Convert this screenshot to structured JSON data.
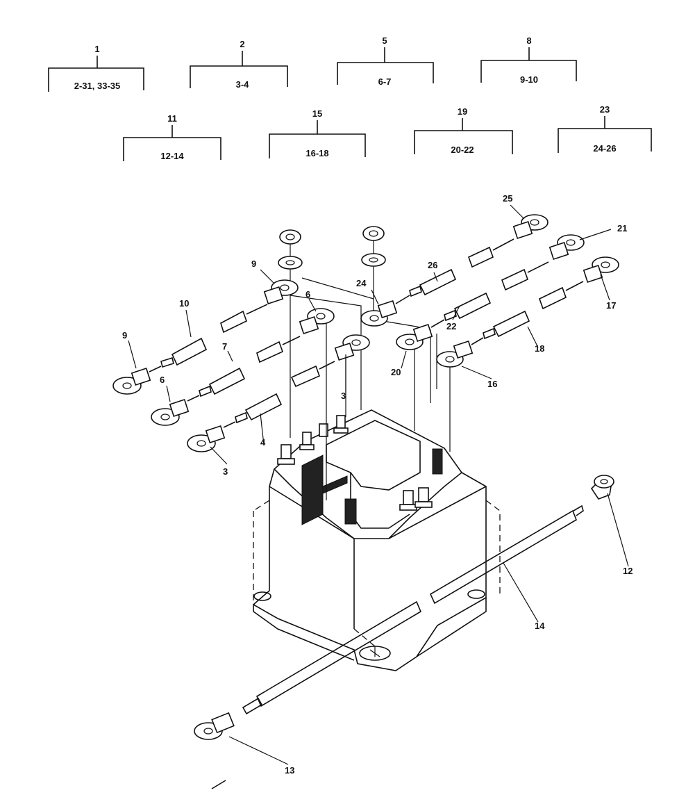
{
  "groups": [
    {
      "number": "1",
      "range": "2-31, 33-35"
    },
    {
      "number": "2",
      "range": "3-4"
    },
    {
      "number": "5",
      "range": "6-7"
    },
    {
      "number": "8",
      "range": "9-10"
    },
    {
      "number": "11",
      "range": "12-14"
    },
    {
      "number": "15",
      "range": "16-18"
    },
    {
      "number": "19",
      "range": "20-22"
    },
    {
      "number": "23",
      "range": "24-26"
    }
  ],
  "callouts": {
    "c25": "25",
    "c21": "21",
    "c26": "26",
    "c9a": "9",
    "c6a": "6",
    "c24": "24",
    "c17": "17",
    "c10": "10",
    "c22": "22",
    "c9b": "9",
    "c7": "7",
    "c18": "18",
    "c3a": "3",
    "c20": "20",
    "c16": "16",
    "c6b": "6",
    "c4": "4",
    "c3b": "3",
    "c12": "12",
    "c14": "14",
    "c13": "13"
  }
}
